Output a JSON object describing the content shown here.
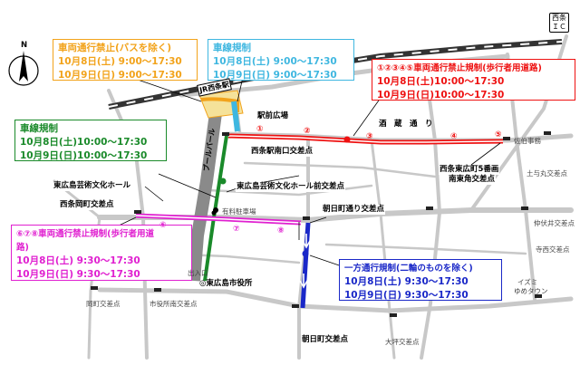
{
  "colors": {
    "orange": "#f2a31b",
    "cyan": "#3fb7e0",
    "red": "#ee1111",
    "green": "#1a8a2a",
    "magenta": "#e020d0",
    "blue": "#1a28c8",
    "road": "#c8c8c8",
    "rail": "#333333"
  },
  "compass": {
    "label": "N"
  },
  "boxes": {
    "orange": {
      "title": "車両通行禁止(バスを除く)",
      "line1": "10月8日(土)  9:00～17:30",
      "line2": "10月9日(日)  9:00～17:30"
    },
    "cyan": {
      "title": "車線規制",
      "line1": "10月8日(土)  9:00～17:30",
      "line2": "10月9日(日)  9:00～17:30"
    },
    "red": {
      "title": "①②③④⑤車両通行禁止規制(歩行者用道路)",
      "line1": "10月8日(土)10:00～17:30",
      "line2": "10月9日(日)10:00～17:30"
    },
    "green": {
      "title": "車線規制",
      "line1": "10月8日(土)10:00～17:30",
      "line2": "10月9日(日)10:00～17:30"
    },
    "magenta": {
      "title": "⑥⑦⑧車両通行禁止規制(歩行者用道",
      "title2": "路)",
      "line1": "10月8日(土)  9:30～17:30",
      "line2": "10月9日(日)  9:30～17:30"
    },
    "blue": {
      "title": "一方通行規制(二輪のものを除く)",
      "line1": "10月8日(土)  9:30～17:30",
      "line2": "10月9日(日)  9:30～17:30"
    }
  },
  "labels": {
    "station": "JR西条駅",
    "ekimae": "駅前広場",
    "minamiguchi": "西条駅南口交差点",
    "sakagura": "酒　蔵　通　り",
    "sakagura_kita": "佐伯事務",
    "saijo_higashi_1": "西条東広町5番画",
    "saijo_higashi_2": "南東角交差点",
    "bunka_hall": "東広島芸術文化ホール",
    "bunka_hall_mae": "東広島芸術文化ホール前交差点",
    "okamachi": "西条岡町交差点",
    "asahi_kita": "朝日町通り交差点",
    "asahi": "朝日町交差点",
    "yuryo": "有料駐車場",
    "boulevard": "ブールバール",
    "city_hall": "◎東広島市役所",
    "entrance": "出入口",
    "saijo_ic_1": "西条",
    "saijo_ic_2": "ＩＣ",
    "dojima": "土与丸交差点",
    "nakafushi": "仲伏井交差点",
    "kamo_kita": "寺西交差点",
    "izumi_1": "イズミ",
    "izumi_2": "ゆめタウン",
    "ohira": "大坪交差点",
    "okamachi_s": "岡町交差点",
    "shiyakusho_s": "市役所南交差点"
  },
  "numbers": {
    "n1": "①",
    "n2": "②",
    "n3": "③",
    "n4": "④",
    "n5": "⑤",
    "n6": "⑥",
    "n7": "⑦",
    "n8": "⑧"
  }
}
